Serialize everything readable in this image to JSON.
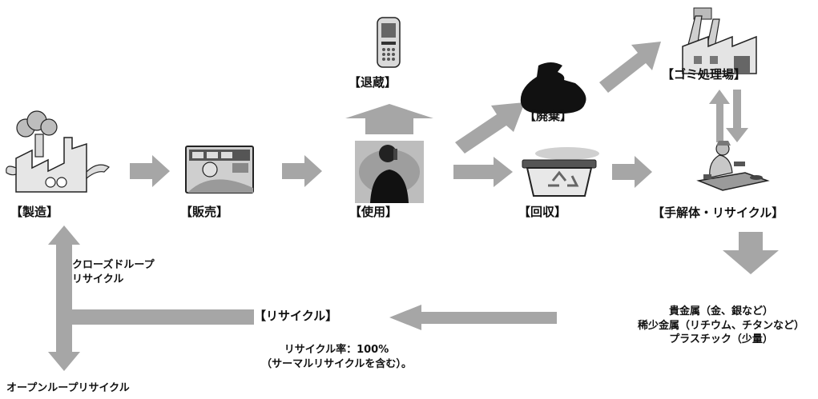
{
  "stages": {
    "manufacture": "【製造】",
    "sales": "【販売】",
    "use": "【使用】",
    "storage": "【退蔵】",
    "disposal": "【廃棄】",
    "collection": "【回収】",
    "waste_plant": "【ゴミ処理場】",
    "dismantle": "【手解体・リサイクル】",
    "recycle": "【リサイクル】"
  },
  "notes": {
    "closed_loop_line1": "クローズドループ",
    "closed_loop_line2": "リサイクル",
    "open_loop": "オープンループリサイクル",
    "materials": [
      "貴金属（金、銀など）",
      "稀少金属（リチウム、チタンなど）",
      "プラスチック（少量）"
    ],
    "rate_line1": "リサイクル率：100%",
    "rate_line2": "（サーマルリサイクルを含む）。"
  },
  "colors": {
    "arrow": "#a6a6a6",
    "text": "#111111"
  }
}
